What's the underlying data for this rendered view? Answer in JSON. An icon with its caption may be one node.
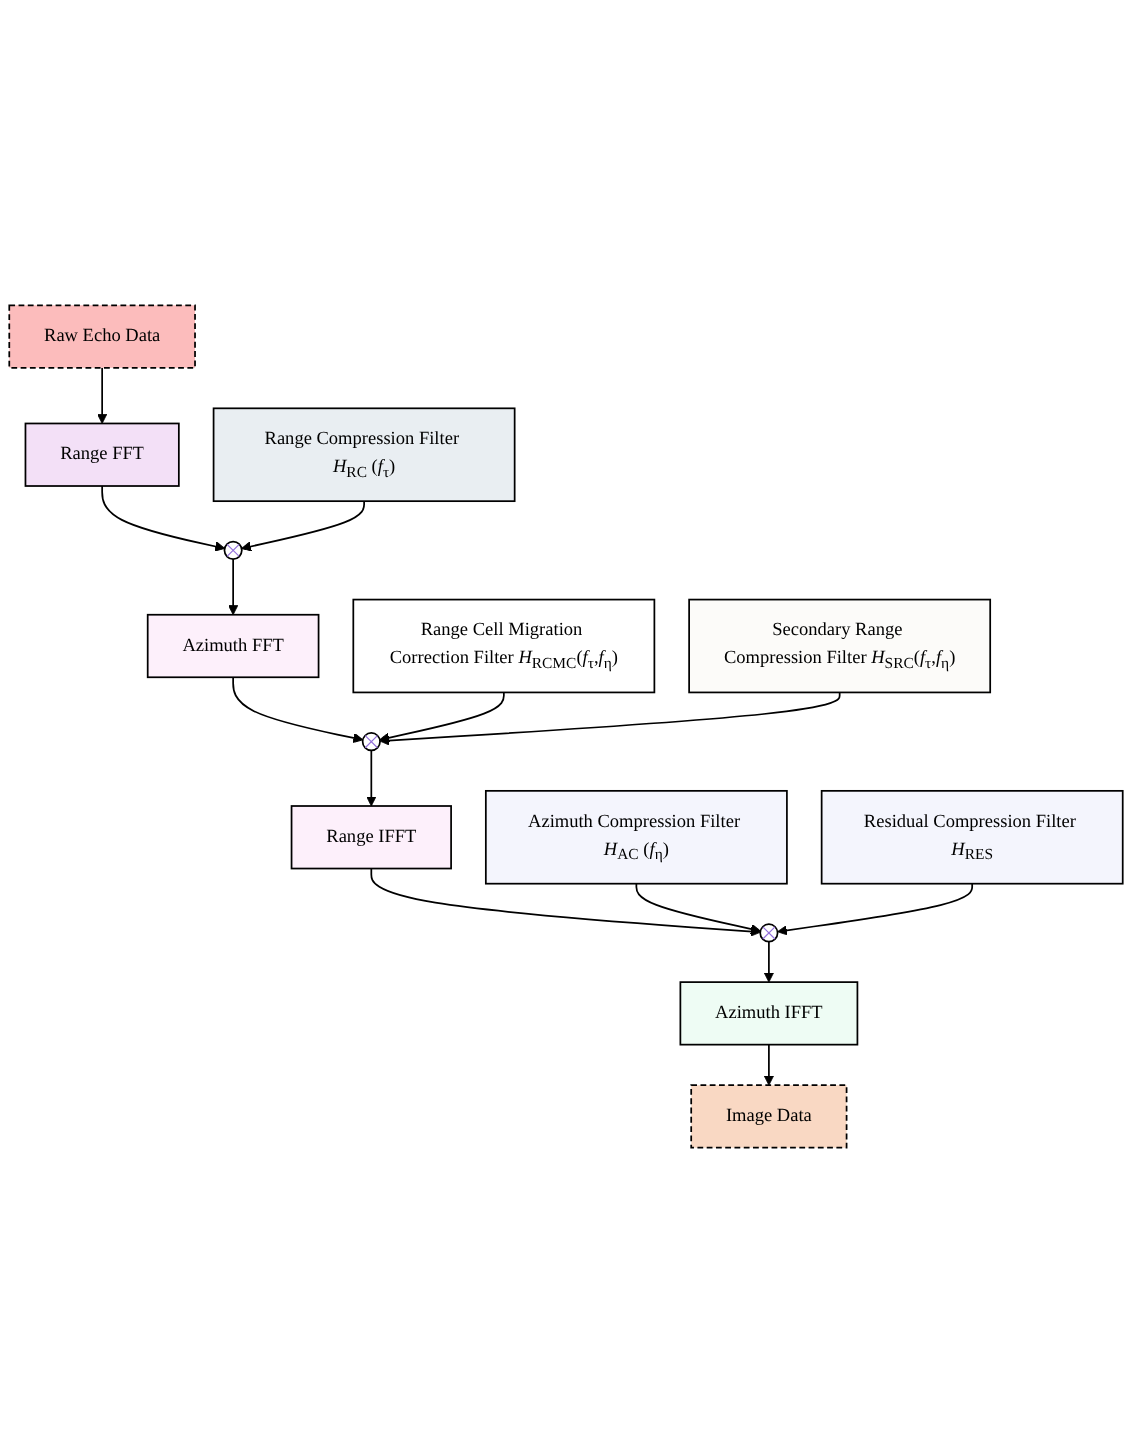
{
  "diagram": {
    "nodes": [
      {
        "text": [
          "Raw Echo Data"
        ]
      },
      {
        "text": [
          "Range FFT"
        ]
      },
      {
        "text": [
          "Range Compression Filter *H*$_{RC}$ (*f*$_{τ}$)"
        ]
      },
      {
        "text": [],
        "shape": "circle"
      },
      {
        "text": [
          "Azimuth FFT"
        ]
      },
      {
        "text": [
          "Range Cell Migration Correction Filter *H*$_{RCMC}$(*f*$_{τ}$,*f*$_{η}$)"
        ]
      },
      {
        "text": [
          "Secondary Range Compression Filter *H*$_{SRC}$(*f*$_{τ}$,*f*$_{η}$)"
        ]
      },
      {
        "text": [],
        "shape": "circle"
      },
      {
        "text": [
          "Range IFFT"
        ]
      },
      {
        "text": [
          "Azimuth Compression Filter *H*$_{AC}$ (*f*$_{η}$)"
        ]
      },
      {
        "text": [
          "Residual Compression Filter *H*$_{RES}$"
        ]
      },
      {
        "text": [],
        "shape": "circle"
      },
      {
        "text": [
          "Azimuth IFFT"
        ]
      },
      {
        "text": [
          "Image Data"
        ]
      }
    ],
    "edges": [
      {
        "from": 0,
        "to": 1,
        "arrow": "to"
      },
      {
        "from": 1,
        "to": 3,
        "arrow": "to"
      },
      {
        "from": 2,
        "to": 3,
        "arrow": "to"
      },
      {
        "from": 3,
        "to": 4,
        "arrow": "to"
      },
      {
        "from": 4,
        "to": 7,
        "arrow": "to"
      },
      {
        "from": 5,
        "to": 7,
        "arrow": "to"
      },
      {
        "from": 6,
        "to": 7,
        "arrow": "to"
      },
      {
        "from": 7,
        "to": 8,
        "arrow": "to"
      },
      {
        "from": 8,
        "to": 11,
        "arrow": "to"
      },
      {
        "from": 9,
        "to": 11,
        "arrow": "to"
      },
      {
        "from": 10,
        "to": 11,
        "arrow": "to"
      },
      {
        "from": 11,
        "to": 12,
        "arrow": "to"
      },
      {
        "from": 12,
        "to": 13,
        "arrow": "to"
      }
    ]
  }
}
